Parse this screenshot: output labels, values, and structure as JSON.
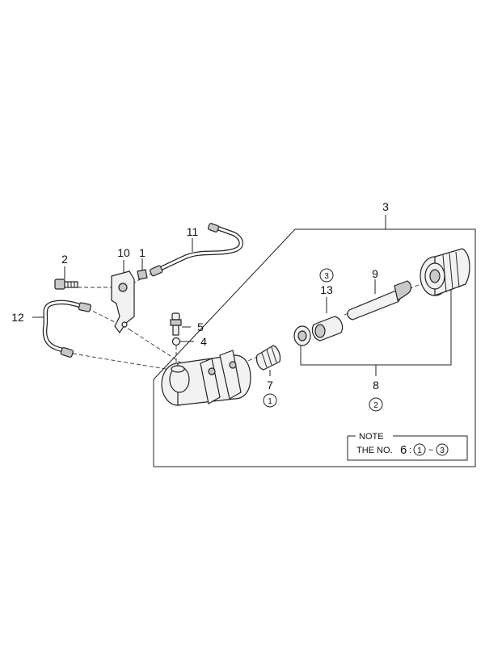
{
  "callouts": {
    "p1": "1",
    "p2": "2",
    "p3": "3",
    "p4": "4",
    "p5": "5",
    "p7": "7",
    "p8": "8",
    "p9": "9",
    "p10": "10",
    "p11": "11",
    "p12": "12",
    "p13": "13"
  },
  "circled_refs": {
    "under_7": "1",
    "under_8": "2",
    "above_13": "3"
  },
  "note": {
    "title": "NOTE",
    "prefix": "THE NO.",
    "number": "6",
    "colon": ":",
    "range_start": "1",
    "tilde": "~",
    "range_end": "3"
  }
}
